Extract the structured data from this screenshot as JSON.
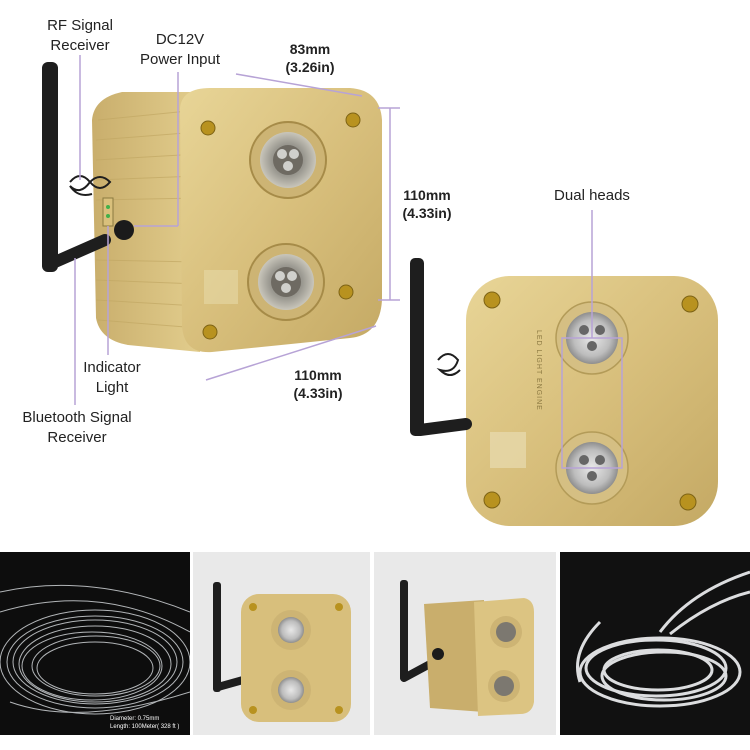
{
  "labels": {
    "rf_receiver": "RF Signal\nReceiver",
    "dc_input": "DC12V\nPower Input",
    "indicator": "Indicator\nLight",
    "bluetooth": "Bluetooth Signal\nReceiver",
    "dual_heads": "Dual heads"
  },
  "dimensions": {
    "depth": "83mm\n(3.26in)",
    "height": "110mm\n(4.33in)",
    "width": "110mm\n(4.33in)"
  },
  "product_label_text": "LED LIGHT ENGINE",
  "thumbnails": {
    "fiber_caption_1": "Diameter: 0.75mm",
    "fiber_caption_2": "Length: 100Meter( 328 ft )"
  },
  "colors": {
    "gold": "#d9c07c",
    "gold_dark": "#b59a55",
    "dim_line": "#b7a3d6",
    "antenna": "#1e1e1e"
  }
}
